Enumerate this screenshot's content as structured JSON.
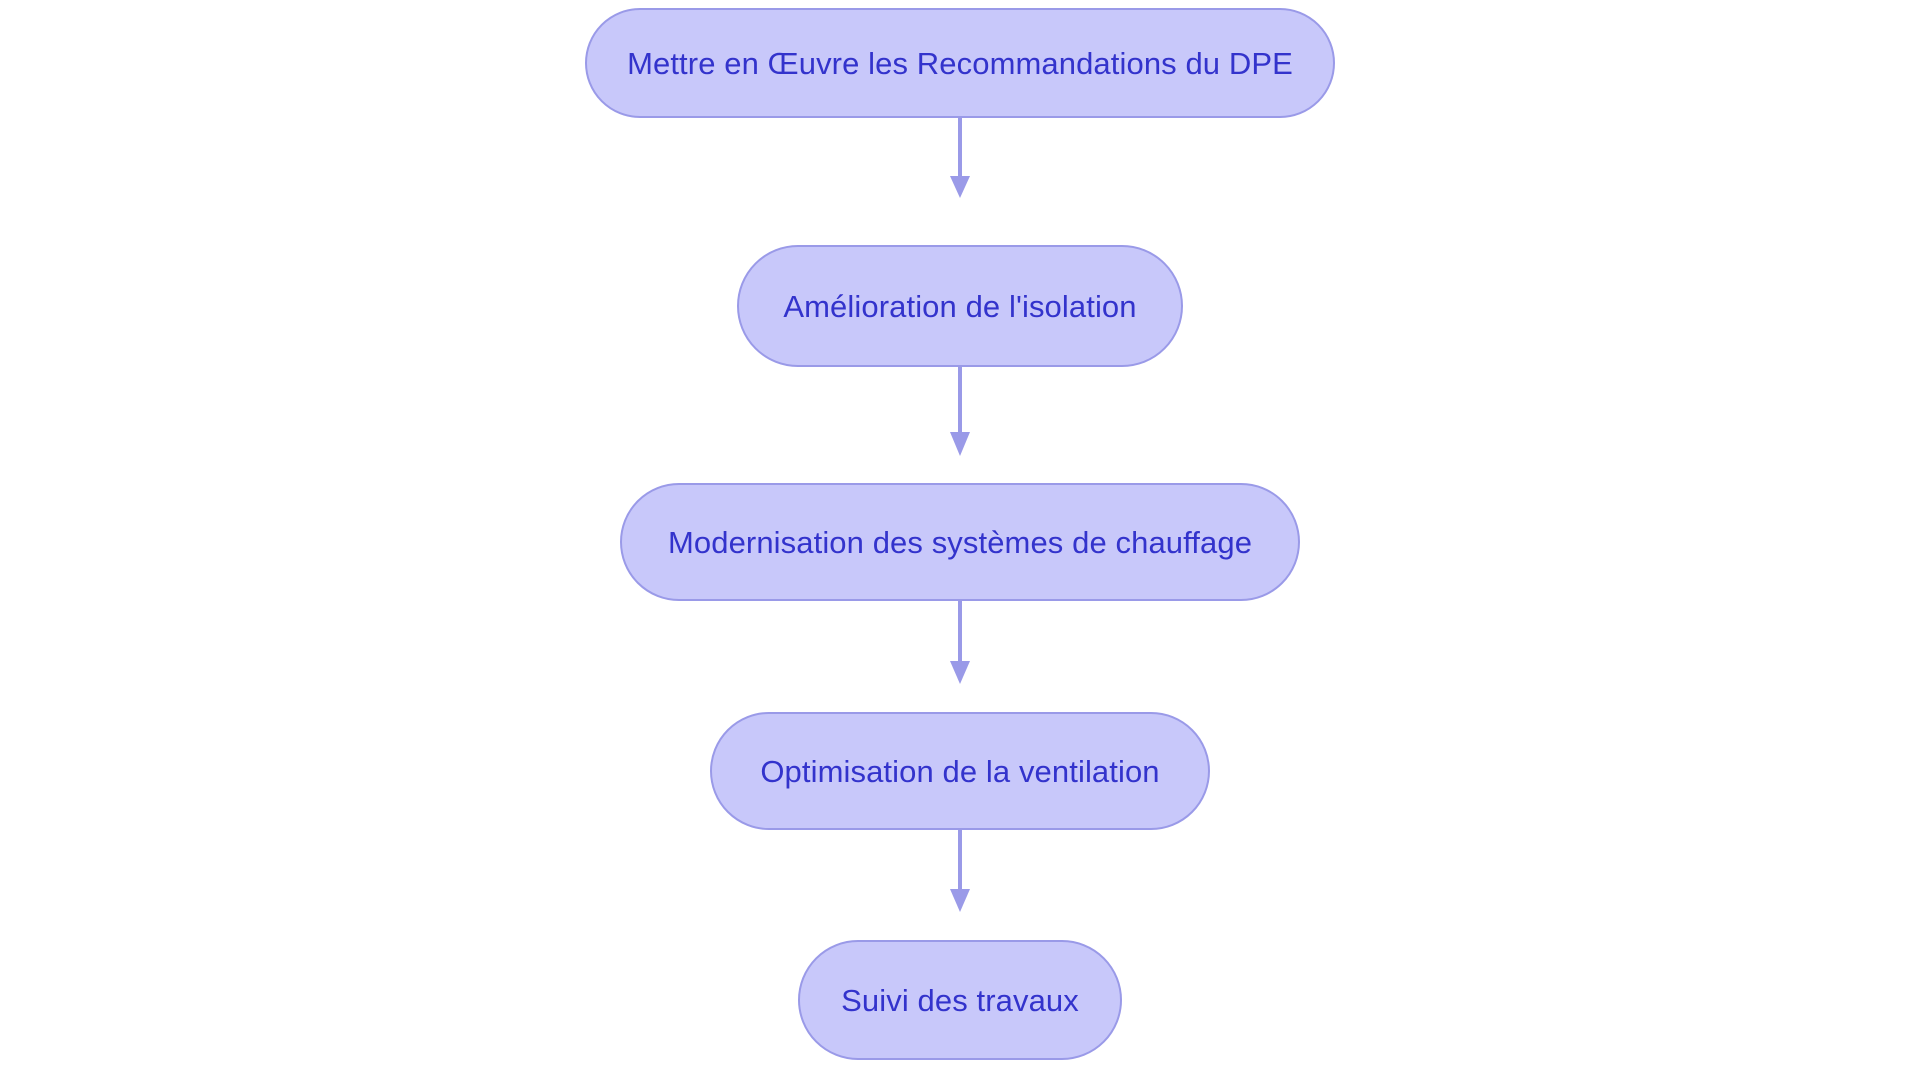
{
  "diagram": {
    "type": "flowchart",
    "orientation": "vertical",
    "title": "Mettre en Œuvre les Recommandations du DPE",
    "background_color": "#ffffff",
    "node_fill_color": "#c8c8fa",
    "node_border_color": "#9a9ae8",
    "node_text_color": "#3333cc",
    "arrow_color": "#9a9ae8",
    "nodes": [
      {
        "id": "node-1",
        "label": "Mettre en Œuvre les Recommandations du DPE"
      },
      {
        "id": "node-2",
        "label": "Amélioration de l'isolation"
      },
      {
        "id": "node-3",
        "label": "Modernisation des systèmes de chauffage"
      },
      {
        "id": "node-4",
        "label": "Optimisation de la ventilation"
      },
      {
        "id": "node-5",
        "label": "Suivi des travaux"
      }
    ],
    "edges": [
      {
        "id": "edge-1",
        "from": "node-1",
        "to": "node-2",
        "label": ""
      },
      {
        "id": "edge-2",
        "from": "node-2",
        "to": "node-3",
        "label": ""
      },
      {
        "id": "edge-3",
        "from": "node-3",
        "to": "node-4",
        "label": ""
      },
      {
        "id": "edge-4",
        "from": "node-4",
        "to": "node-5",
        "label": ""
      }
    ]
  }
}
